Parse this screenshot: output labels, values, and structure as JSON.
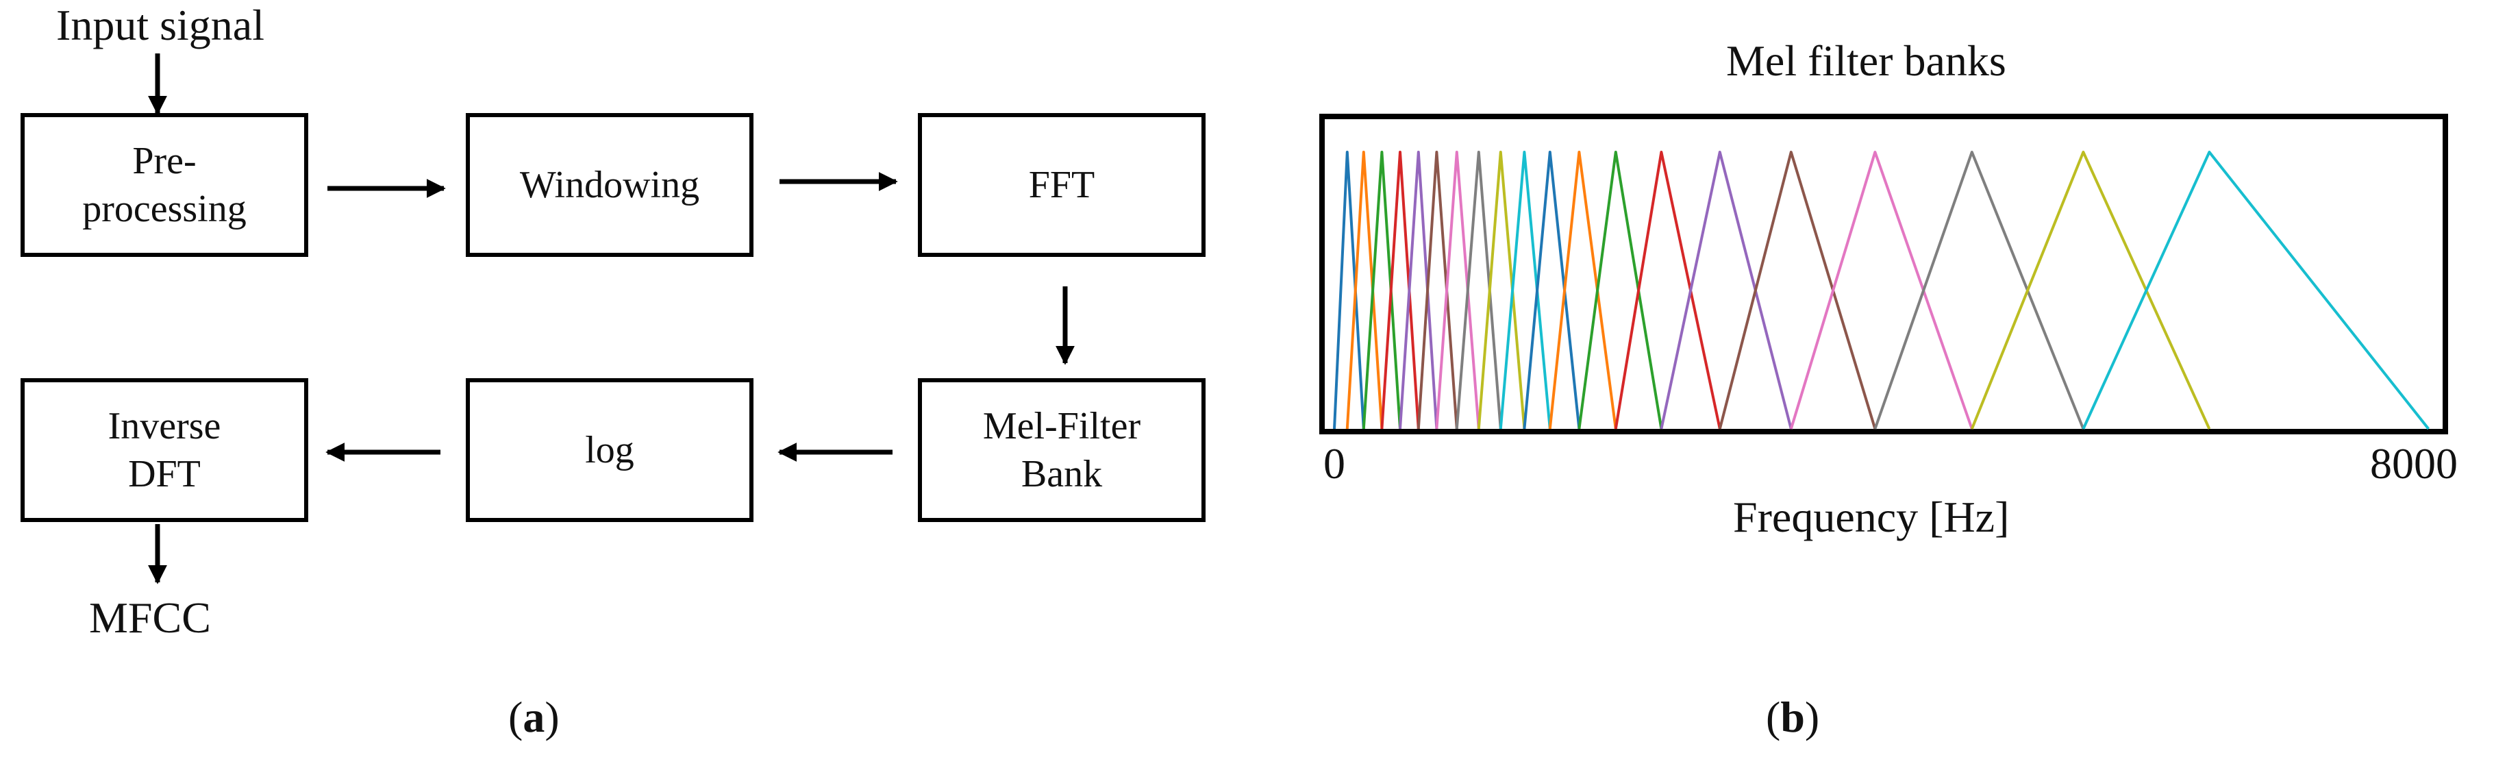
{
  "panel_a": {
    "caption_letter": "a",
    "input_label": "Input signal",
    "output_label": "MFCC",
    "blocks": {
      "preprocessing": "Pre-\nprocessing",
      "windowing": "Windowing",
      "fft": "FFT",
      "melbank": "Mel-Filter\nBank",
      "log": "log",
      "inverse_dft": "Inverse\nDFT"
    }
  },
  "panel_b": {
    "caption_letter": "b",
    "chart_data": {
      "type": "line",
      "title": "Mel filter banks",
      "xlabel": "Frequency [Hz]",
      "ylabel": "",
      "xlim": [
        0,
        8000
      ],
      "ylim": [
        0,
        1
      ],
      "x_ticks": [
        "0",
        "8000"
      ],
      "grid": false,
      "legend": "none",
      "filters": [
        {
          "left": 0,
          "center": 94,
          "right": 214,
          "color": "#1f77b4"
        },
        {
          "left": 94,
          "center": 214,
          "right": 347,
          "color": "#ff7f0e"
        },
        {
          "left": 214,
          "center": 347,
          "right": 480,
          "color": "#2ca02c"
        },
        {
          "left": 347,
          "center": 480,
          "right": 614,
          "color": "#d62728"
        },
        {
          "left": 480,
          "center": 614,
          "right": 747,
          "color": "#9467bd"
        },
        {
          "left": 614,
          "center": 747,
          "right": 894,
          "color": "#8c564b"
        },
        {
          "left": 747,
          "center": 894,
          "right": 1054,
          "color": "#e377c2"
        },
        {
          "left": 894,
          "center": 1054,
          "right": 1214,
          "color": "#7f7f7f"
        },
        {
          "left": 1054,
          "center": 1214,
          "right": 1387,
          "color": "#bcbd22"
        },
        {
          "left": 1214,
          "center": 1387,
          "right": 1574,
          "color": "#17becf"
        },
        {
          "left": 1387,
          "center": 1574,
          "right": 1787,
          "color": "#1f77b4"
        },
        {
          "left": 1574,
          "center": 1787,
          "right": 2054,
          "color": "#ff7f0e"
        },
        {
          "left": 1787,
          "center": 2054,
          "right": 2387,
          "color": "#2ca02c"
        },
        {
          "left": 2054,
          "center": 2387,
          "right": 2814,
          "color": "#d62728"
        },
        {
          "left": 2387,
          "center": 2814,
          "right": 3334,
          "color": "#9467bd"
        },
        {
          "left": 2814,
          "center": 3334,
          "right": 3947,
          "color": "#8c564b"
        },
        {
          "left": 3334,
          "center": 3947,
          "right": 4654,
          "color": "#e377c2"
        },
        {
          "left": 3947,
          "center": 4654,
          "right": 5467,
          "color": "#7f7f7f"
        },
        {
          "left": 4654,
          "center": 5467,
          "right": 6387,
          "color": "#bcbd22"
        },
        {
          "left": 5467,
          "center": 6387,
          "right": 7987,
          "color": "#17becf"
        }
      ]
    }
  }
}
